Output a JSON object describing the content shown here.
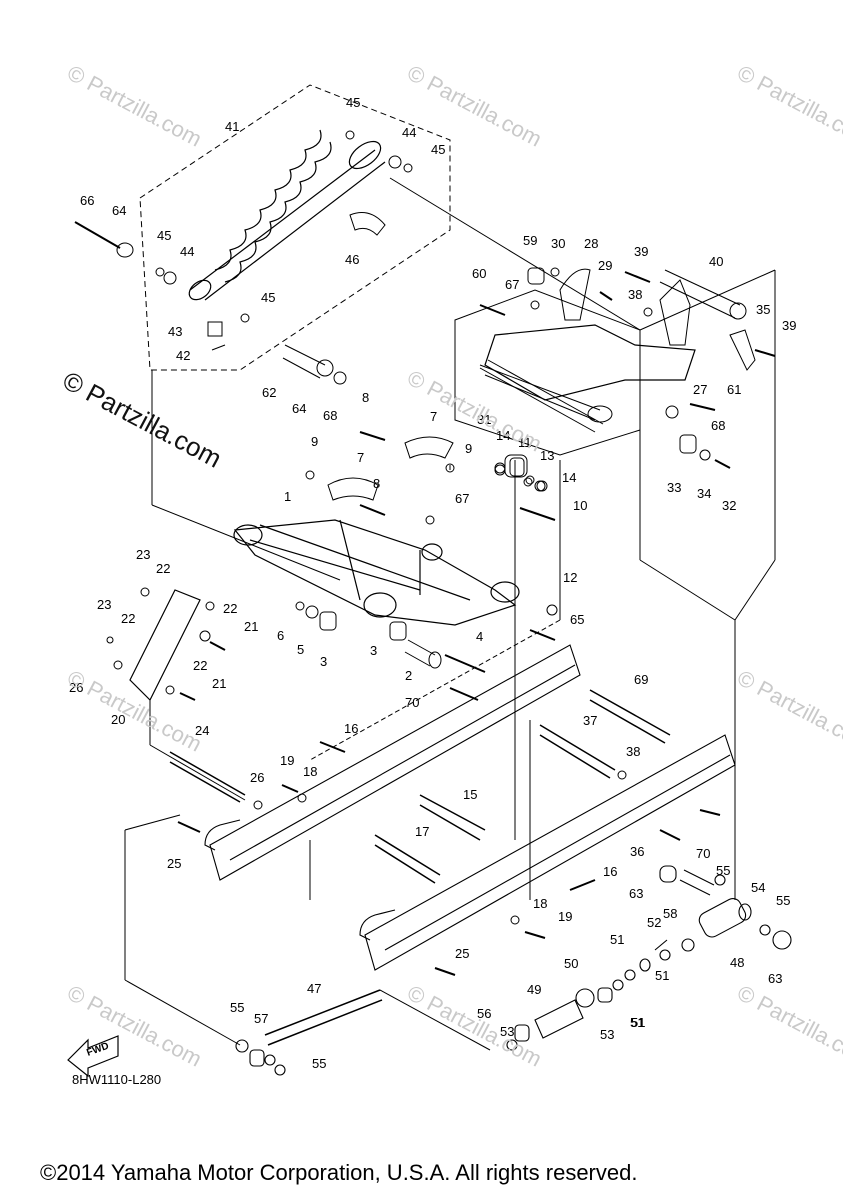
{
  "watermark_text": "© Partzilla.com",
  "drawing_code": "8HW1110-L280",
  "copyright": "©2014 Yamaha Motor Corporation, U.S.A. All rights reserved.",
  "fwd_label": "FWD",
  "callouts": [
    {
      "n": "41"
    },
    {
      "n": "45"
    },
    {
      "n": "44"
    },
    {
      "n": "45"
    },
    {
      "n": "66"
    },
    {
      "n": "64"
    },
    {
      "n": "45"
    },
    {
      "n": "44"
    },
    {
      "n": "46"
    },
    {
      "n": "45"
    },
    {
      "n": "43"
    },
    {
      "n": "42"
    },
    {
      "n": "62"
    },
    {
      "n": "64"
    },
    {
      "n": "68"
    },
    {
      "n": "59"
    },
    {
      "n": "30"
    },
    {
      "n": "28"
    },
    {
      "n": "39"
    },
    {
      "n": "40"
    },
    {
      "n": "60"
    },
    {
      "n": "67"
    },
    {
      "n": "29"
    },
    {
      "n": "38"
    },
    {
      "n": "35"
    },
    {
      "n": "39"
    },
    {
      "n": "27"
    },
    {
      "n": "61"
    },
    {
      "n": "68"
    },
    {
      "n": "31"
    },
    {
      "n": "8"
    },
    {
      "n": "7"
    },
    {
      "n": "9"
    },
    {
      "n": "14"
    },
    {
      "n": "11"
    },
    {
      "n": "13"
    },
    {
      "n": "14"
    },
    {
      "n": "33"
    },
    {
      "n": "34"
    },
    {
      "n": "32"
    },
    {
      "n": "9"
    },
    {
      "n": "7"
    },
    {
      "n": "8"
    },
    {
      "n": "67"
    },
    {
      "n": "10"
    },
    {
      "n": "1"
    },
    {
      "n": "23"
    },
    {
      "n": "22"
    },
    {
      "n": "12"
    },
    {
      "n": "65"
    },
    {
      "n": "23"
    },
    {
      "n": "22"
    },
    {
      "n": "22"
    },
    {
      "n": "21"
    },
    {
      "n": "6"
    },
    {
      "n": "5"
    },
    {
      "n": "3"
    },
    {
      "n": "3"
    },
    {
      "n": "4"
    },
    {
      "n": "2"
    },
    {
      "n": "26"
    },
    {
      "n": "22"
    },
    {
      "n": "21"
    },
    {
      "n": "20"
    },
    {
      "n": "70"
    },
    {
      "n": "69"
    },
    {
      "n": "24"
    },
    {
      "n": "16"
    },
    {
      "n": "37"
    },
    {
      "n": "19"
    },
    {
      "n": "18"
    },
    {
      "n": "26"
    },
    {
      "n": "38"
    },
    {
      "n": "15"
    },
    {
      "n": "70"
    },
    {
      "n": "25"
    },
    {
      "n": "17"
    },
    {
      "n": "36"
    },
    {
      "n": "16"
    },
    {
      "n": "55"
    },
    {
      "n": "63"
    },
    {
      "n": "58"
    },
    {
      "n": "54"
    },
    {
      "n": "55"
    },
    {
      "n": "18"
    },
    {
      "n": "19"
    },
    {
      "n": "52"
    },
    {
      "n": "51"
    },
    {
      "n": "48"
    },
    {
      "n": "25"
    },
    {
      "n": "50"
    },
    {
      "n": "51"
    },
    {
      "n": "51"
    },
    {
      "n": "63"
    },
    {
      "n": "47"
    },
    {
      "n": "49"
    },
    {
      "n": "53"
    },
    {
      "n": "56"
    },
    {
      "n": "53"
    },
    {
      "n": "51"
    },
    {
      "n": "55"
    },
    {
      "n": "57"
    },
    {
      "n": "55"
    }
  ]
}
